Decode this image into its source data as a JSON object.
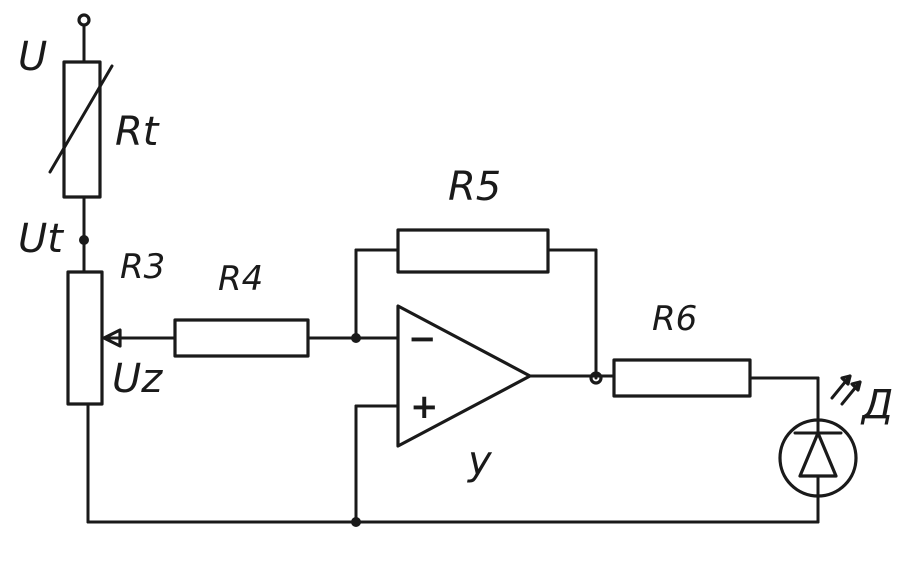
{
  "labels": {
    "supply": "U",
    "thermistor": "Rt",
    "node_voltage": "Ut",
    "potentiometer": "R3",
    "wiper_voltage": "Uz",
    "input_resistor": "R4",
    "feedback_resistor": "R5",
    "output_resistor": "R6",
    "opamp": "y",
    "opamp_minus": "−",
    "opamp_plus": "+",
    "led": "Д"
  },
  "colors": {
    "ink": "#1a1a1a",
    "paper": "#ffffff"
  }
}
